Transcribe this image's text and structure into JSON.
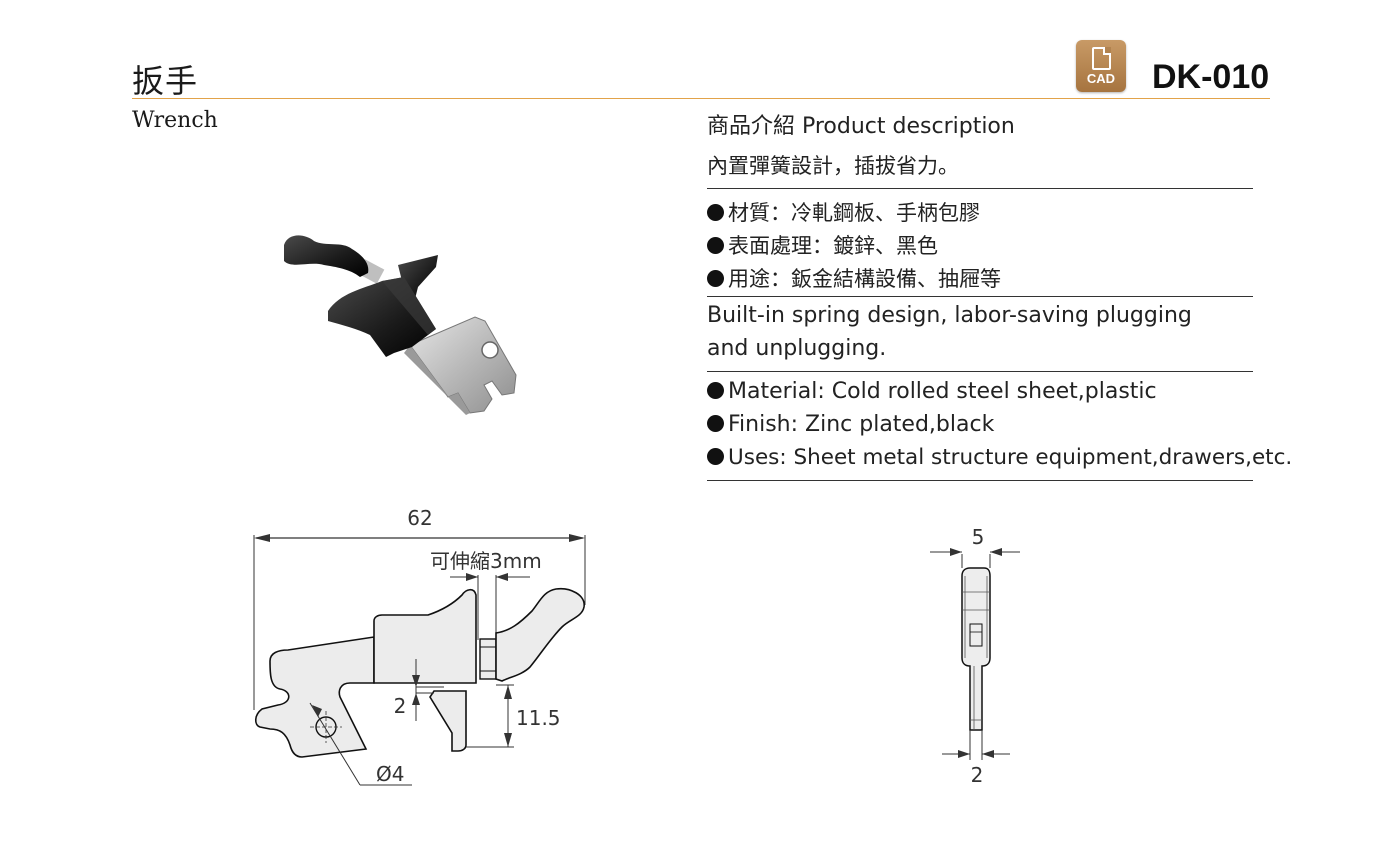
{
  "header": {
    "title_cn": "扳手",
    "title_en": "Wrench",
    "cad_label": "CAD",
    "product_code": "DK-010"
  },
  "description": {
    "heading": "商品介紹 Product description",
    "intro_cn": "內置彈簧設計，插拔省力。",
    "specs_cn": [
      "材質：冷軋鋼板、手柄包膠",
      "表面處理：鍍鋅、黑色",
      "用途：鈑金結構設備、抽屜等"
    ],
    "intro_en_line1": "Built-in spring design, labor-saving plugging",
    "intro_en_line2": "and unplugging.",
    "specs_en": [
      "Material: Cold rolled steel sheet,plastic",
      "Finish: Zinc plated,black",
      "Uses: Sheet metal structure equipment,drawers,etc."
    ]
  },
  "drawing_front": {
    "overall_width": "62",
    "stroke_note": "可伸縮3mm",
    "gap": "2",
    "height": "11.5",
    "hole": "Ø4"
  },
  "drawing_side": {
    "thickness_top": "5",
    "thickness_bottom": "2"
  },
  "colors": {
    "accent_rule": "#e2a34a",
    "cad_badge": "#b2834f",
    "handle": "#1e1e1e",
    "metal": "#c8c8c8"
  }
}
